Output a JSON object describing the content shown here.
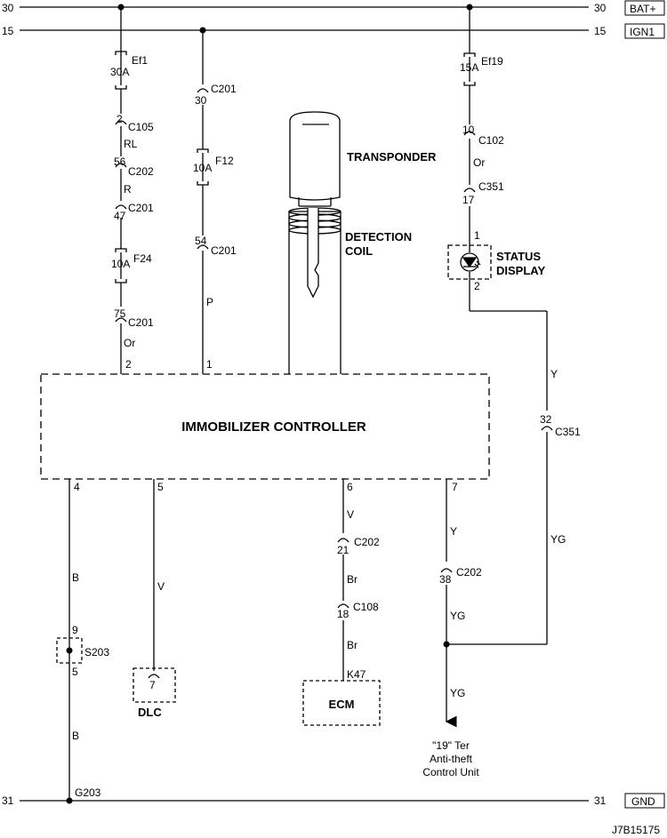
{
  "rails": {
    "bat": {
      "number_left": "30",
      "number_right": "30",
      "label": "BAT+"
    },
    "ign": {
      "number_left": "15",
      "number_right": "15",
      "label": "IGN1"
    },
    "gnd": {
      "number_left": "31",
      "number_right": "31",
      "label": "GND"
    }
  },
  "circuit_a": {
    "fuse": {
      "name": "Ef1",
      "rating": "30A"
    },
    "c105": {
      "pin": "2",
      "name": "C105"
    },
    "wire_rl": "RL",
    "c202": {
      "pin": "56",
      "name": "C202"
    },
    "wire_r": "R",
    "c201a": {
      "pin": "47",
      "name": "C201"
    },
    "fuse2": {
      "name": "F24",
      "rating": "10A"
    },
    "c201b": {
      "pin": "75",
      "name": "C201"
    },
    "wire_or": "Or",
    "ctrl_pin": "2"
  },
  "circuit_b": {
    "c201a": {
      "pin": "30",
      "name": "C201"
    },
    "fuse": {
      "name": "F12",
      "rating": "10A"
    },
    "c201b": {
      "pin": "54",
      "name": "C201"
    },
    "wire_p": "P",
    "ctrl_pin": "1"
  },
  "key": {
    "transponder": "TRANSPONDER",
    "coil_line1": "DETECTION",
    "coil_line2": "COIL"
  },
  "circuit_c": {
    "fuse": {
      "name": "Ef19",
      "rating": "15A"
    },
    "c102": {
      "pin": "10",
      "name": "C102"
    },
    "wire_or": "Or",
    "c351": {
      "pin": "17",
      "name": "C351"
    },
    "lamp_pin_top": "1",
    "lamp_pin_bottom": "2",
    "lamp_line1": "STATUS",
    "lamp_line2": "DISPLAY",
    "wire_y": "Y",
    "c351b": {
      "pin": "32",
      "name": "C351"
    },
    "wire_yg": "YG"
  },
  "controller": {
    "title": "IMMOBILIZER CONTROLLER"
  },
  "ground_branch": {
    "pin": "4",
    "wire_b1": "B",
    "splice": {
      "name": "S203",
      "pin_top": "9",
      "pin_bottom": "5"
    },
    "wire_b2": "B",
    "ground": "G203"
  },
  "dlc_branch": {
    "pin": "5",
    "wire_v": "V",
    "dlc_pin": "7",
    "dlc_label": "DLC"
  },
  "ecm_branch": {
    "pin": "6",
    "wire_v": "V",
    "c202": {
      "pin": "21",
      "name": "C202"
    },
    "wire_br1": "Br",
    "c108": {
      "pin": "18",
      "name": "C108"
    },
    "wire_br2": "Br",
    "ecm_pin": "K47",
    "ecm_label": "ECM"
  },
  "antitheft_branch": {
    "pin": "7",
    "wire_y": "Y",
    "c202": {
      "pin": "38",
      "name": "C202"
    },
    "wire_yg1": "YG",
    "wire_yg2": "YG",
    "dest_line1": "\"19\" Ter",
    "dest_line2": "Anti-theft",
    "dest_line3": "Control Unit"
  },
  "figure_id": "J7B15175"
}
